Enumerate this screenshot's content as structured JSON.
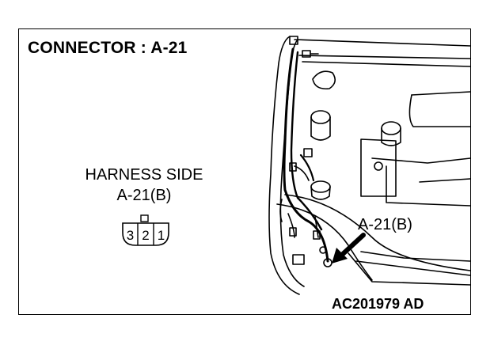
{
  "title": "CONNECTOR : A-21",
  "harness": {
    "side_label": "HARNESS SIDE",
    "connector_code": "A-21(B)",
    "pins": [
      "3",
      "2",
      "1"
    ]
  },
  "callout": {
    "label": "A-21(B)"
  },
  "figure_code": "AC201979 AD",
  "icons": {
    "connector_face": "connector-face-icon",
    "arrow": "arrow-icon"
  },
  "colors": {
    "ink": "#000000",
    "paper": "#ffffff"
  }
}
